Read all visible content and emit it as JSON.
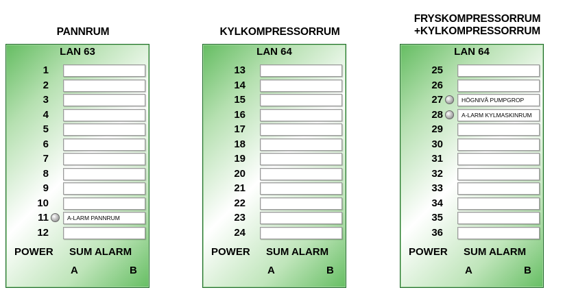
{
  "panels": [
    {
      "title_lines": [
        "PANNRUM"
      ],
      "lan": "LAN 63",
      "rows": [
        {
          "num": "1",
          "text": "",
          "lamp": false
        },
        {
          "num": "2",
          "text": "",
          "lamp": false
        },
        {
          "num": "3",
          "text": "",
          "lamp": false
        },
        {
          "num": "4",
          "text": "",
          "lamp": false
        },
        {
          "num": "5",
          "text": "",
          "lamp": false
        },
        {
          "num": "6",
          "text": "",
          "lamp": false
        },
        {
          "num": "7",
          "text": "",
          "lamp": false
        },
        {
          "num": "8",
          "text": "",
          "lamp": false
        },
        {
          "num": "9",
          "text": "",
          "lamp": false
        },
        {
          "num": "10",
          "text": "",
          "lamp": false
        },
        {
          "num": "11",
          "text": "A-LARM PANNRUM",
          "lamp": true
        },
        {
          "num": "12",
          "text": "",
          "lamp": false
        }
      ],
      "power": "POWER",
      "sum_alarm": "SUM ALARM",
      "a": "A",
      "b": "B"
    },
    {
      "title_lines": [
        "KYLKOMPRESSORRUM"
      ],
      "lan": "LAN 64",
      "rows": [
        {
          "num": "13",
          "text": "",
          "lamp": false
        },
        {
          "num": "14",
          "text": "",
          "lamp": false
        },
        {
          "num": "15",
          "text": "",
          "lamp": false
        },
        {
          "num": "16",
          "text": "",
          "lamp": false
        },
        {
          "num": "17",
          "text": "",
          "lamp": false
        },
        {
          "num": "18",
          "text": "",
          "lamp": false
        },
        {
          "num": "19",
          "text": "",
          "lamp": false
        },
        {
          "num": "20",
          "text": "",
          "lamp": false
        },
        {
          "num": "21",
          "text": "",
          "lamp": false
        },
        {
          "num": "22",
          "text": "",
          "lamp": false
        },
        {
          "num": "23",
          "text": "",
          "lamp": false
        },
        {
          "num": "24",
          "text": "",
          "lamp": false
        }
      ],
      "power": "POWER",
      "sum_alarm": "SUM ALARM",
      "a": "A",
      "b": "B"
    },
    {
      "title_lines": [
        "FRYSKOMPRESSORRUM",
        "+KYLKOMPRESSORRUM"
      ],
      "lan": "LAN 64",
      "rows": [
        {
          "num": "25",
          "text": "",
          "lamp": false
        },
        {
          "num": "26",
          "text": "",
          "lamp": false
        },
        {
          "num": "27",
          "text": "HÖGNIVÅ PUMPGROP",
          "lamp": true
        },
        {
          "num": "28",
          "text": "A-LARM KYLMASKINRUM",
          "lamp": true
        },
        {
          "num": "29",
          "text": "",
          "lamp": false
        },
        {
          "num": "30",
          "text": "",
          "lamp": false
        },
        {
          "num": "31",
          "text": "",
          "lamp": false
        },
        {
          "num": "32",
          "text": "",
          "lamp": false
        },
        {
          "num": "33",
          "text": "",
          "lamp": false
        },
        {
          "num": "34",
          "text": "",
          "lamp": false
        },
        {
          "num": "35",
          "text": "",
          "lamp": false
        },
        {
          "num": "36",
          "text": "",
          "lamp": false
        }
      ],
      "power": "POWER",
      "sum_alarm": "SUM ALARM",
      "a": "A",
      "b": "B"
    }
  ],
  "colors": {
    "panel_green": "#65bd62",
    "panel_border": "#1f6b2a",
    "lamp_gray": "#a0a0a0"
  }
}
